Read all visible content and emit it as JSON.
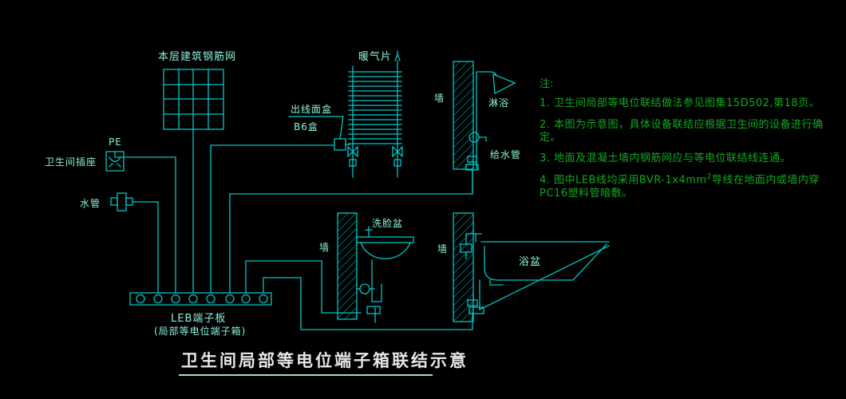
{
  "drawing_title": "卫生间局部等电位端子箱联结示意",
  "labels": {
    "rebar_mesh": "本层建筑钢筋网",
    "pe": "PE",
    "bathroom_socket": "卫生间插座",
    "water_pipe": "水管",
    "outlet_box": "出线面盒",
    "b6_box": "B6盒",
    "radiator": "暖气片",
    "wall_shower": "墙",
    "shower": "淋浴",
    "supply_pipe": "给水管",
    "wall_basin": "墙",
    "washbasin": "洗脸盆",
    "wall_tub": "墙",
    "bathtub": "浴盆",
    "leb_board": "LEB端子板",
    "leb_board_sub": "(局部等电位端子箱)"
  },
  "notes": {
    "heading": "注:",
    "item1": "1. 卫生间局部等电位联结做法参见图集15D502,第18页。",
    "item2": "2. 本图为示意图，具体设备联结应根据卫生间的设备进行确定。",
    "item3": "3. 地面及混凝土墙内钢筋网应与等电位联结线连通。",
    "item4_pre": "4. 图中LEB线均采用BVR-1x4mm",
    "item4_sup": "2",
    "item4_post": "导线在地面内或墙内穿PC16塑料管暗敷。"
  },
  "colors": {
    "background": "#000000",
    "diagram_line": "#00c6c6",
    "label_text": "#8df0da",
    "note_text": "#13a81f",
    "title_text": "#e6e6e6"
  }
}
